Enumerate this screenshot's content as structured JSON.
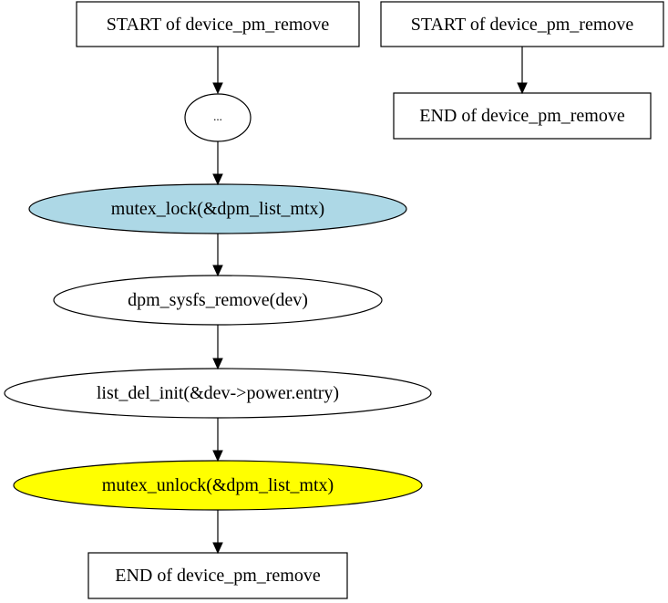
{
  "colors": {
    "mutex_lock_fill": "#add8e6",
    "mutex_unlock_fill": "#ffff00",
    "default_fill": "#ffffff",
    "stroke": "#000000"
  },
  "left_flow": {
    "start": "START of device_pm_remove",
    "ellipsis": "...",
    "mutex_lock": "mutex_lock(&dpm_list_mtx)",
    "sysfs_remove": "dpm_sysfs_remove(dev)",
    "list_del": "list_del_init(&dev->power.entry)",
    "mutex_unlock": "mutex_unlock(&dpm_list_mtx)",
    "end": "END of device_pm_remove"
  },
  "right_flow": {
    "start": "START of device_pm_remove",
    "end": "END of device_pm_remove"
  }
}
